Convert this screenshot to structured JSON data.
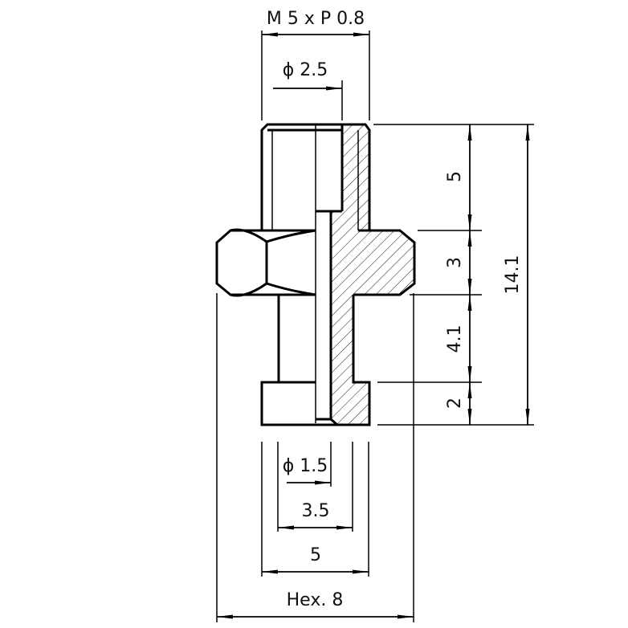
{
  "drawing": {
    "thread_label": "M 5 x P 0.8",
    "bore_top_label": "ϕ 2.5",
    "bore_bottom_label": "ϕ 1.5",
    "neck_label": "3.5",
    "base_width_label": "5",
    "hex_label": "Hex. 8",
    "height_thread_label": "5",
    "height_hex_label": "3",
    "height_neck_label": "4.1",
    "height_base_label": "2",
    "total_height_label": "14.1"
  }
}
